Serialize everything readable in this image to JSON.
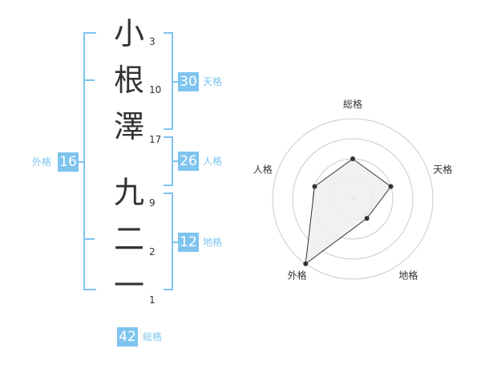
{
  "name": {
    "chars": [
      {
        "char": "小",
        "strokes": "3"
      },
      {
        "char": "根",
        "strokes": "10"
      },
      {
        "char": "澤",
        "strokes": "17"
      },
      {
        "char": "九",
        "strokes": "9"
      },
      {
        "char": "二",
        "strokes": "2"
      },
      {
        "char": "一",
        "strokes": "1"
      }
    ]
  },
  "kakaku": {
    "tenkaku": {
      "value": "30",
      "label": "天格"
    },
    "jinkaku": {
      "value": "26",
      "label": "人格"
    },
    "chikaku": {
      "value": "12",
      "label": "地格"
    },
    "gaikaku": {
      "value": "16",
      "label": "外格"
    },
    "soukaku": {
      "value": "42",
      "label": "総格"
    }
  },
  "chart_data": {
    "type": "radar",
    "axes": [
      "総格",
      "天格",
      "地格",
      "外格",
      "人格"
    ],
    "values": [
      0.5,
      0.5,
      0.3,
      1.0,
      0.5
    ],
    "rings": 4,
    "colors": {
      "fill": "#efefef",
      "stroke": "#333333",
      "ring": "#cccccc",
      "center": "#cccccc"
    }
  },
  "colors": {
    "accent": "#7ec4ef",
    "text": "#333333"
  }
}
